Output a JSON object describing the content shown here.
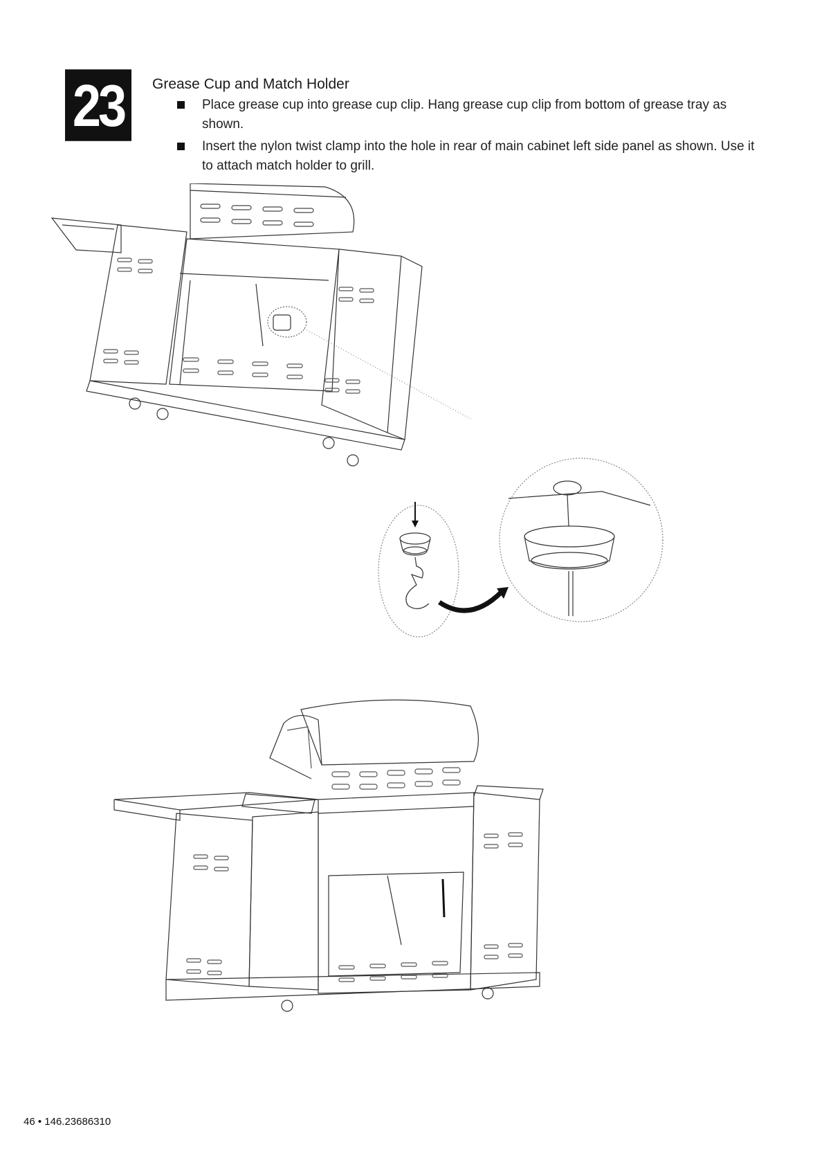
{
  "step": {
    "number": "23",
    "title": "Grease Cup and Match Holder"
  },
  "instructions": [
    "Place grease cup into grease cup clip. Hang grease cup clip from bottom of grease tray as shown.",
    "Insert the nylon twist clamp into the hole in rear of main cabinet left side panel as shown. Use it to attach match holder to grill."
  ],
  "footer": {
    "page_ref": "46 • 146.23686310"
  }
}
